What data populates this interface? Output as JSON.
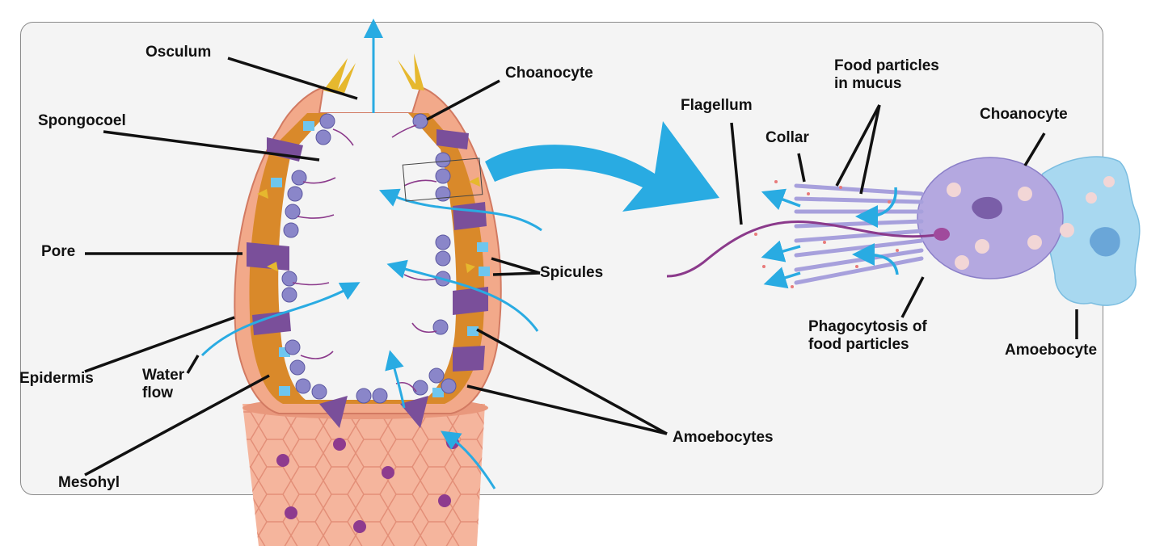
{
  "labels": {
    "osculum": "Osculum",
    "spongocoel": "Spongocoel",
    "pore": "Pore",
    "epidermis": "Epidermis",
    "water_flow_1": "Water",
    "water_flow_2": "flow",
    "mesohyl": "Mesohyl",
    "choanocyte_left": "Choanocyte",
    "spicules": "Spicules",
    "amoebocytes": "Amoebocytes",
    "flagellum": "Flagellum",
    "collar": "Collar",
    "food_particles_1": "Food particles",
    "food_particles_2": "in mucus",
    "choanocyte_right": "Choanocyte",
    "phagocytosis_1": "Phagocytosis of",
    "phagocytosis_2": "food particles",
    "amoebocyte_right": "Amoebocyte"
  },
  "colors": {
    "water_arrow": "#29abe2",
    "sponge_wall": "#f2a98a",
    "mesohyl": "#d9892a",
    "choanocyte": "#8a86c9",
    "pore_cell": "#7a4f9a",
    "amoebocyte": "#a8d8f0",
    "flagellum": "#8b3a8b"
  }
}
